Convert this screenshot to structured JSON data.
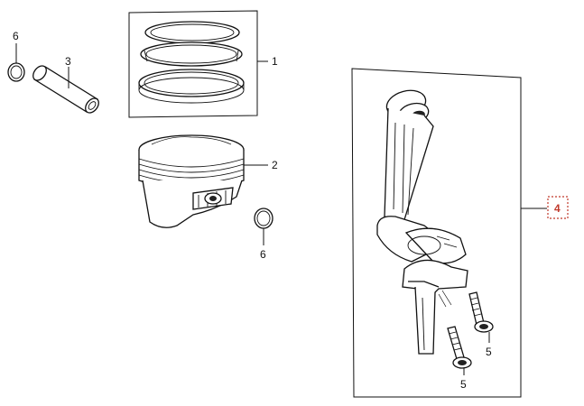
{
  "diagram": {
    "callouts": {
      "c1": "1",
      "c2": "2",
      "c3": "3",
      "c4": "4",
      "c5a": "5",
      "c5b": "5",
      "c6a": "6",
      "c6b": "6"
    },
    "highlight_color": "#c0392b",
    "line_color": "#111111",
    "icons": [
      "piston-ring-set",
      "piston",
      "piston-pin",
      "circlip",
      "connecting-rod",
      "rod-bolt"
    ]
  }
}
